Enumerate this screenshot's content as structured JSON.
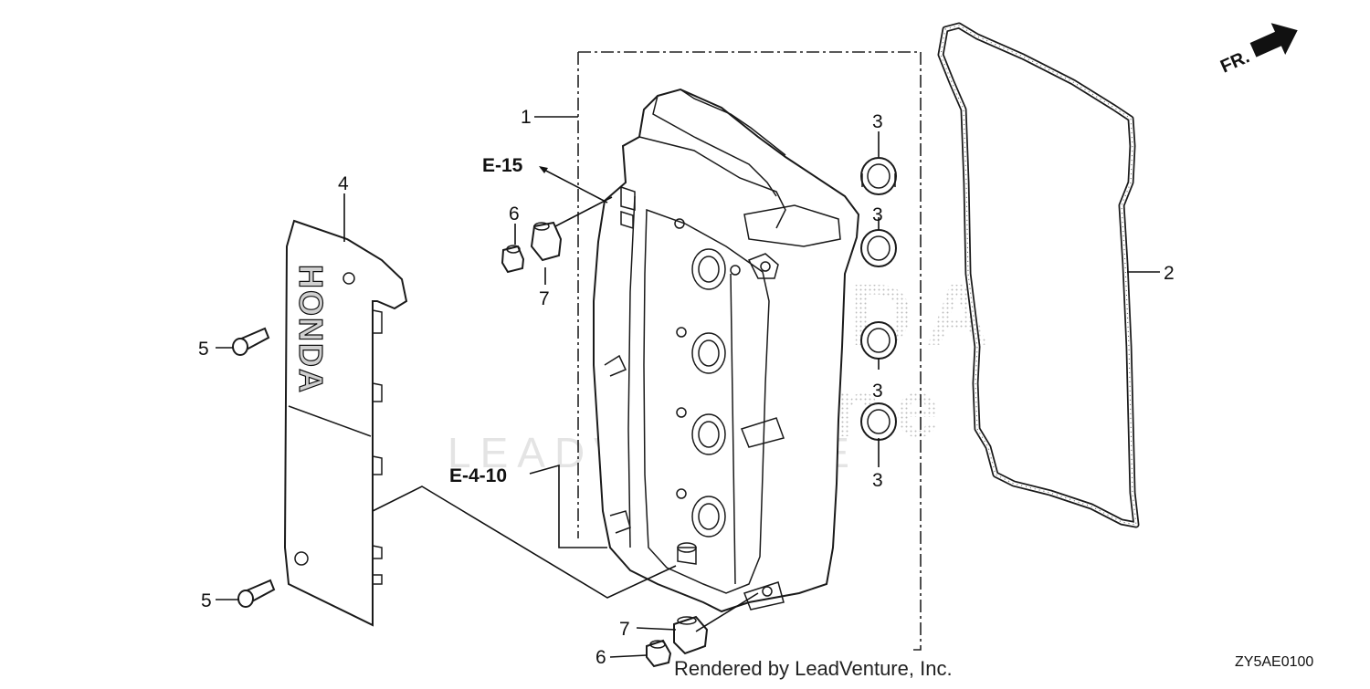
{
  "diagram": {
    "front_indicator": "FR.",
    "diagram_code": "ZY5AE0100",
    "credit": "Rendered by LeadVenture, Inc.",
    "watermark": {
      "brand_top": "HONDA",
      "brand_bottom": "Marine",
      "company": "LEADVENTURE"
    },
    "cover_logo": "HONDA",
    "refs": {
      "e15": "E-15",
      "e410": "E-4-10"
    },
    "callouts": {
      "c1": "1",
      "c2": "2",
      "c3a": "3",
      "c3b": "3",
      "c3c": "3",
      "c3d": "3",
      "c4": "4",
      "c5a": "5",
      "c5b": "5",
      "c6a": "6",
      "c6b": "6",
      "c7a": "7",
      "c7b": "7"
    }
  }
}
